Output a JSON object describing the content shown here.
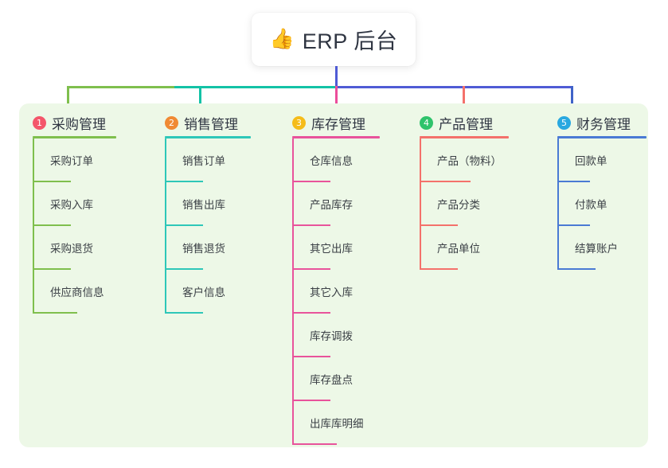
{
  "title": {
    "icon": "thumbs-up-emoji",
    "emoji": "👍",
    "text": "ERP 后台"
  },
  "panel": {
    "background": "#edf8e7"
  },
  "connector": {
    "stem_color": "#4f5bd5",
    "bus_colors": [
      "#7fbf4d",
      "#13c2a6",
      "#4f5bd5"
    ]
  },
  "columns": [
    {
      "number": "1",
      "title": "采购管理",
      "badge_color": "#f4566a",
      "line_color": "#7fbf4d",
      "items": [
        "采购订单",
        "采购入库",
        "采购退货",
        "供应商信息"
      ]
    },
    {
      "number": "2",
      "title": "销售管理",
      "badge_color": "#f08a34",
      "line_color": "#2ec7b8",
      "items": [
        "销售订单",
        "销售出库",
        "销售退货",
        "客户信息"
      ]
    },
    {
      "number": "3",
      "title": "库存管理",
      "badge_color": "#f5bc1a",
      "line_color": "#e8539b",
      "items": [
        "仓库信息",
        "产品库存",
        "其它出库",
        "其它入库",
        "库存调拨",
        "库存盘点",
        "出库库明细"
      ]
    },
    {
      "number": "4",
      "title": "产品管理",
      "badge_color": "#2fc36b",
      "line_color": "#f4716b",
      "items": [
        "产品（物料）",
        "产品分类",
        "产品单位"
      ]
    },
    {
      "number": "5",
      "title": "财务管理",
      "badge_color": "#29a8e0",
      "line_color": "#4a7ad4",
      "items": [
        "回款单",
        "付款单",
        "结算账户"
      ]
    }
  ]
}
